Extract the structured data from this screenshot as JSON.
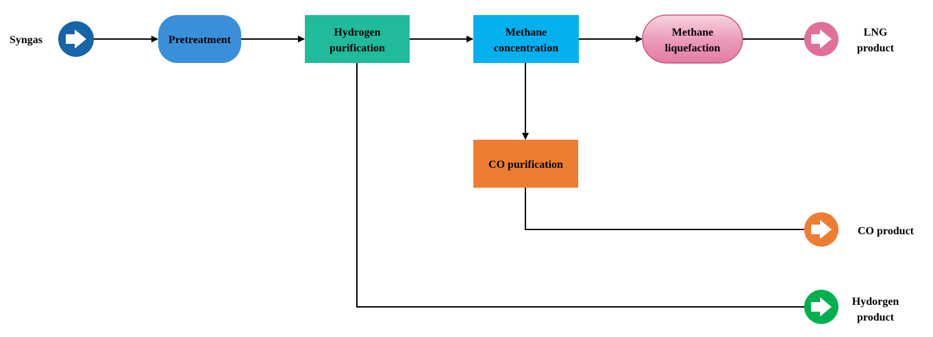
{
  "input": {
    "label": "Syngas",
    "icon": "arrow-right-circle-icon",
    "color": "#1565A8"
  },
  "nodes": {
    "pretreatment": {
      "label": "Pretreatment",
      "color": "#3A8FDB"
    },
    "hydrogen_purification": {
      "label_line1": "Hydrogen",
      "label_line2": "purification",
      "color": "#20BB9B"
    },
    "methane_concentration": {
      "label_line1": "Methane",
      "label_line2": "concentration",
      "color": "#04B0EE"
    },
    "methane_liquefaction": {
      "label_line1": "Methane",
      "label_line2": "liquefaction",
      "color": "#E68CAE"
    },
    "co_purification": {
      "label": "CO purification",
      "color": "#ED7D31"
    }
  },
  "outputs": {
    "lng": {
      "label_line1": "LNG",
      "label_line2": "product",
      "icon": "arrow-right-circle-icon",
      "color": "#E0709A"
    },
    "co": {
      "label": "CO product",
      "icon": "arrow-right-circle-icon",
      "color": "#ED7D31"
    },
    "hydrogen": {
      "label_line1": "Hydorgen",
      "label_line2": "product",
      "icon": "arrow-right-circle-icon",
      "color": "#00B050"
    }
  }
}
